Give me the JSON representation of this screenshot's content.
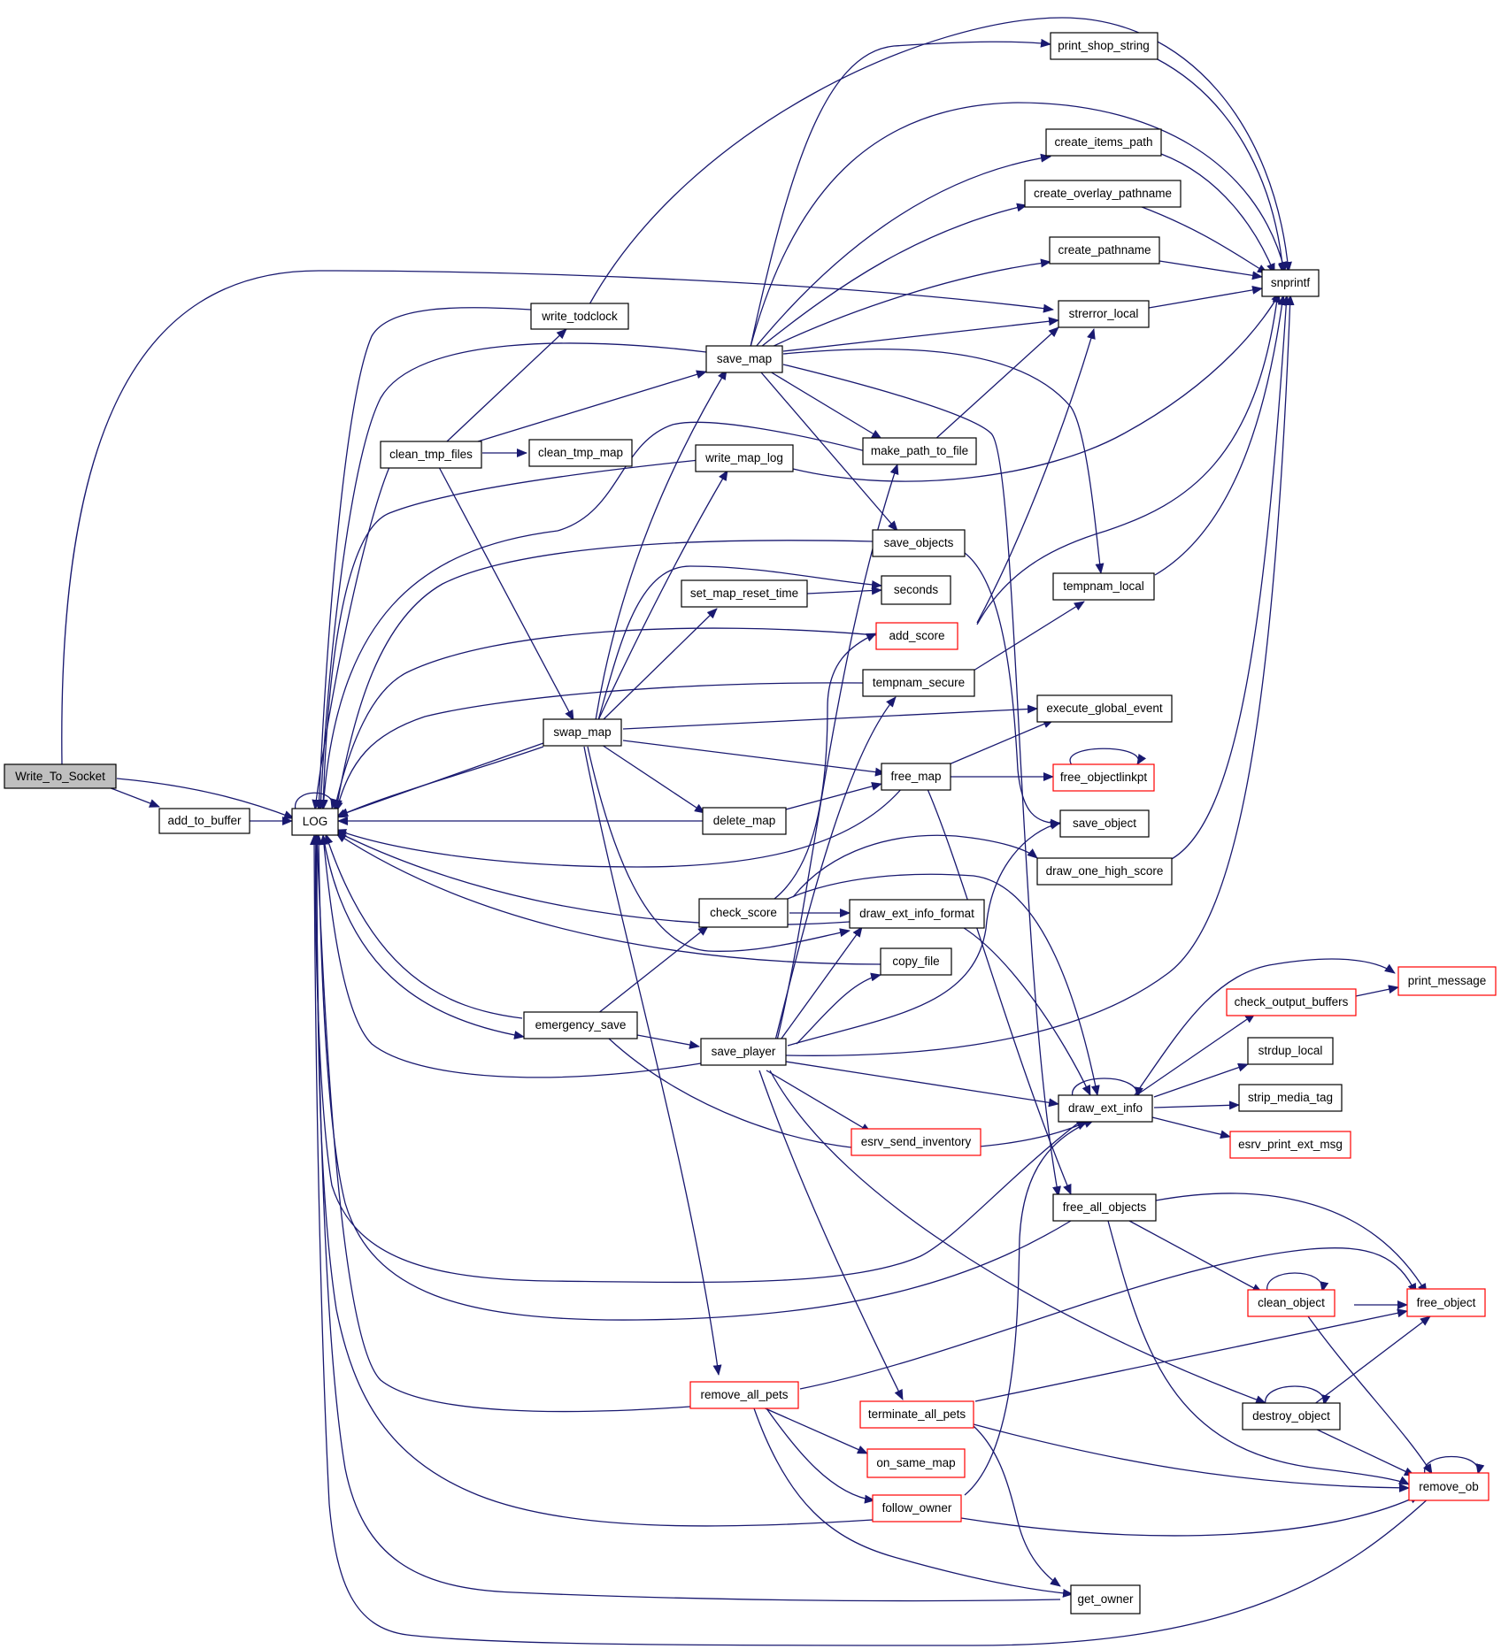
{
  "diagram": {
    "type": "call-graph",
    "colors": {
      "edge": "#191970",
      "normal_border": "#000000",
      "truncated_border": "#ff0000",
      "root_fill": "#bfbfbf",
      "node_fill": "#ffffff"
    },
    "nodes": [
      {
        "id": "write_to_socket",
        "label": "Write_To_Socket",
        "root": true
      },
      {
        "id": "add_to_buffer",
        "label": "add_to_buffer"
      },
      {
        "id": "log",
        "label": "LOG"
      },
      {
        "id": "clean_tmp_files",
        "label": "clean_tmp_files"
      },
      {
        "id": "clean_tmp_map",
        "label": "clean_tmp_map"
      },
      {
        "id": "write_todclock",
        "label": "write_todclock"
      },
      {
        "id": "save_map",
        "label": "save_map"
      },
      {
        "id": "write_map_log",
        "label": "write_map_log"
      },
      {
        "id": "set_map_reset_time",
        "label": "set_map_reset_time"
      },
      {
        "id": "swap_map",
        "label": "swap_map"
      },
      {
        "id": "delete_map",
        "label": "delete_map"
      },
      {
        "id": "emergency_save",
        "label": "emergency_save"
      },
      {
        "id": "save_player",
        "label": "save_player"
      },
      {
        "id": "check_score",
        "label": "check_score"
      },
      {
        "id": "remove_all_pets",
        "label": "remove_all_pets",
        "red": true
      },
      {
        "id": "print_shop_string",
        "label": "print_shop_string"
      },
      {
        "id": "create_items_path",
        "label": "create_items_path"
      },
      {
        "id": "create_overlay_pathname",
        "label": "create_overlay_pathname"
      },
      {
        "id": "create_pathname",
        "label": "create_pathname"
      },
      {
        "id": "strerror_local",
        "label": "strerror_local"
      },
      {
        "id": "snprintf",
        "label": "snprintf"
      },
      {
        "id": "make_path_to_file",
        "label": "make_path_to_file"
      },
      {
        "id": "save_objects",
        "label": "save_objects"
      },
      {
        "id": "seconds",
        "label": "seconds"
      },
      {
        "id": "add_score",
        "label": "add_score",
        "red": true
      },
      {
        "id": "tempnam_secure",
        "label": "tempnam_secure"
      },
      {
        "id": "tempnam_local",
        "label": "tempnam_local"
      },
      {
        "id": "execute_global_event",
        "label": "execute_global_event"
      },
      {
        "id": "free_map",
        "label": "free_map"
      },
      {
        "id": "free_objectlinkpt",
        "label": "free_objectlinkpt",
        "red": true
      },
      {
        "id": "save_object",
        "label": "save_object"
      },
      {
        "id": "draw_one_high_score",
        "label": "draw_one_high_score"
      },
      {
        "id": "draw_ext_info_format",
        "label": "draw_ext_info_format"
      },
      {
        "id": "copy_file",
        "label": "copy_file"
      },
      {
        "id": "print_message",
        "label": "print_message",
        "red": true
      },
      {
        "id": "check_output_buffers",
        "label": "check_output_buffers",
        "red": true
      },
      {
        "id": "strdup_local",
        "label": "strdup_local"
      },
      {
        "id": "strip_media_tag",
        "label": "strip_media_tag"
      },
      {
        "id": "draw_ext_info",
        "label": "draw_ext_info"
      },
      {
        "id": "esrv_print_ext_msg",
        "label": "esrv_print_ext_msg",
        "red": true
      },
      {
        "id": "esrv_send_inventory",
        "label": "esrv_send_inventory",
        "red": true
      },
      {
        "id": "free_all_objects",
        "label": "free_all_objects"
      },
      {
        "id": "clean_object",
        "label": "clean_object",
        "red": true
      },
      {
        "id": "free_object",
        "label": "free_object",
        "red": true
      },
      {
        "id": "destroy_object",
        "label": "destroy_object"
      },
      {
        "id": "terminate_all_pets",
        "label": "terminate_all_pets",
        "red": true
      },
      {
        "id": "on_same_map",
        "label": "on_same_map",
        "red": true
      },
      {
        "id": "follow_owner",
        "label": "follow_owner",
        "red": true
      },
      {
        "id": "remove_ob",
        "label": "remove_ob",
        "red": true
      },
      {
        "id": "get_owner",
        "label": "get_owner"
      }
    ]
  }
}
